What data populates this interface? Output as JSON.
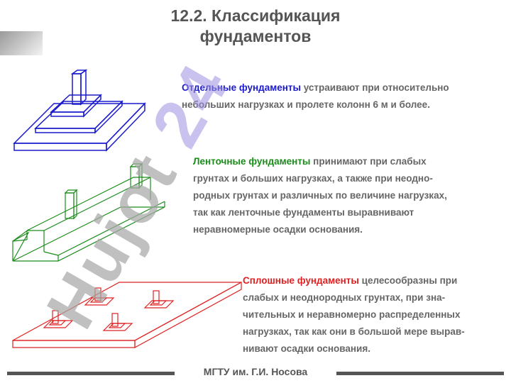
{
  "title": {
    "line1": "12.2. Классификация",
    "line2": "фундаментов"
  },
  "paragraphs": [
    {
      "term": "Отдельные фундаменты",
      "lines": [
        " устраивают при относительно",
        "небольших нагрузках и пролете колонн 6 м и более."
      ],
      "color": "#1a1acc"
    },
    {
      "term": "Ленточные фундаменты",
      "lines": [
        " принимают при слабых",
        "грунтах и больших нагрузках, а также при неодно-",
        "родных грунтах и различных по величине нагрузках,",
        "так как ленточные фундаменты выравнивают",
        "неравномерные осадки основания."
      ],
      "color": "#1a8c1a"
    },
    {
      "term": "Сплошные фундаменты",
      "lines": [
        " целесообразны при",
        "слабых и неоднородных грунтах, при зна-",
        "чительных и неравномерно распределенных",
        "нагрузках, так как они в большой мере вырав-",
        "нивают осадки основания."
      ],
      "color": "#e02020"
    }
  ],
  "footer": {
    "text": "МГТУ им. Г.И. Носова"
  },
  "watermark": {
    "text": "Hujot 24",
    "colors": [
      "#a8a8a8",
      "#9c8fe0"
    ]
  }
}
